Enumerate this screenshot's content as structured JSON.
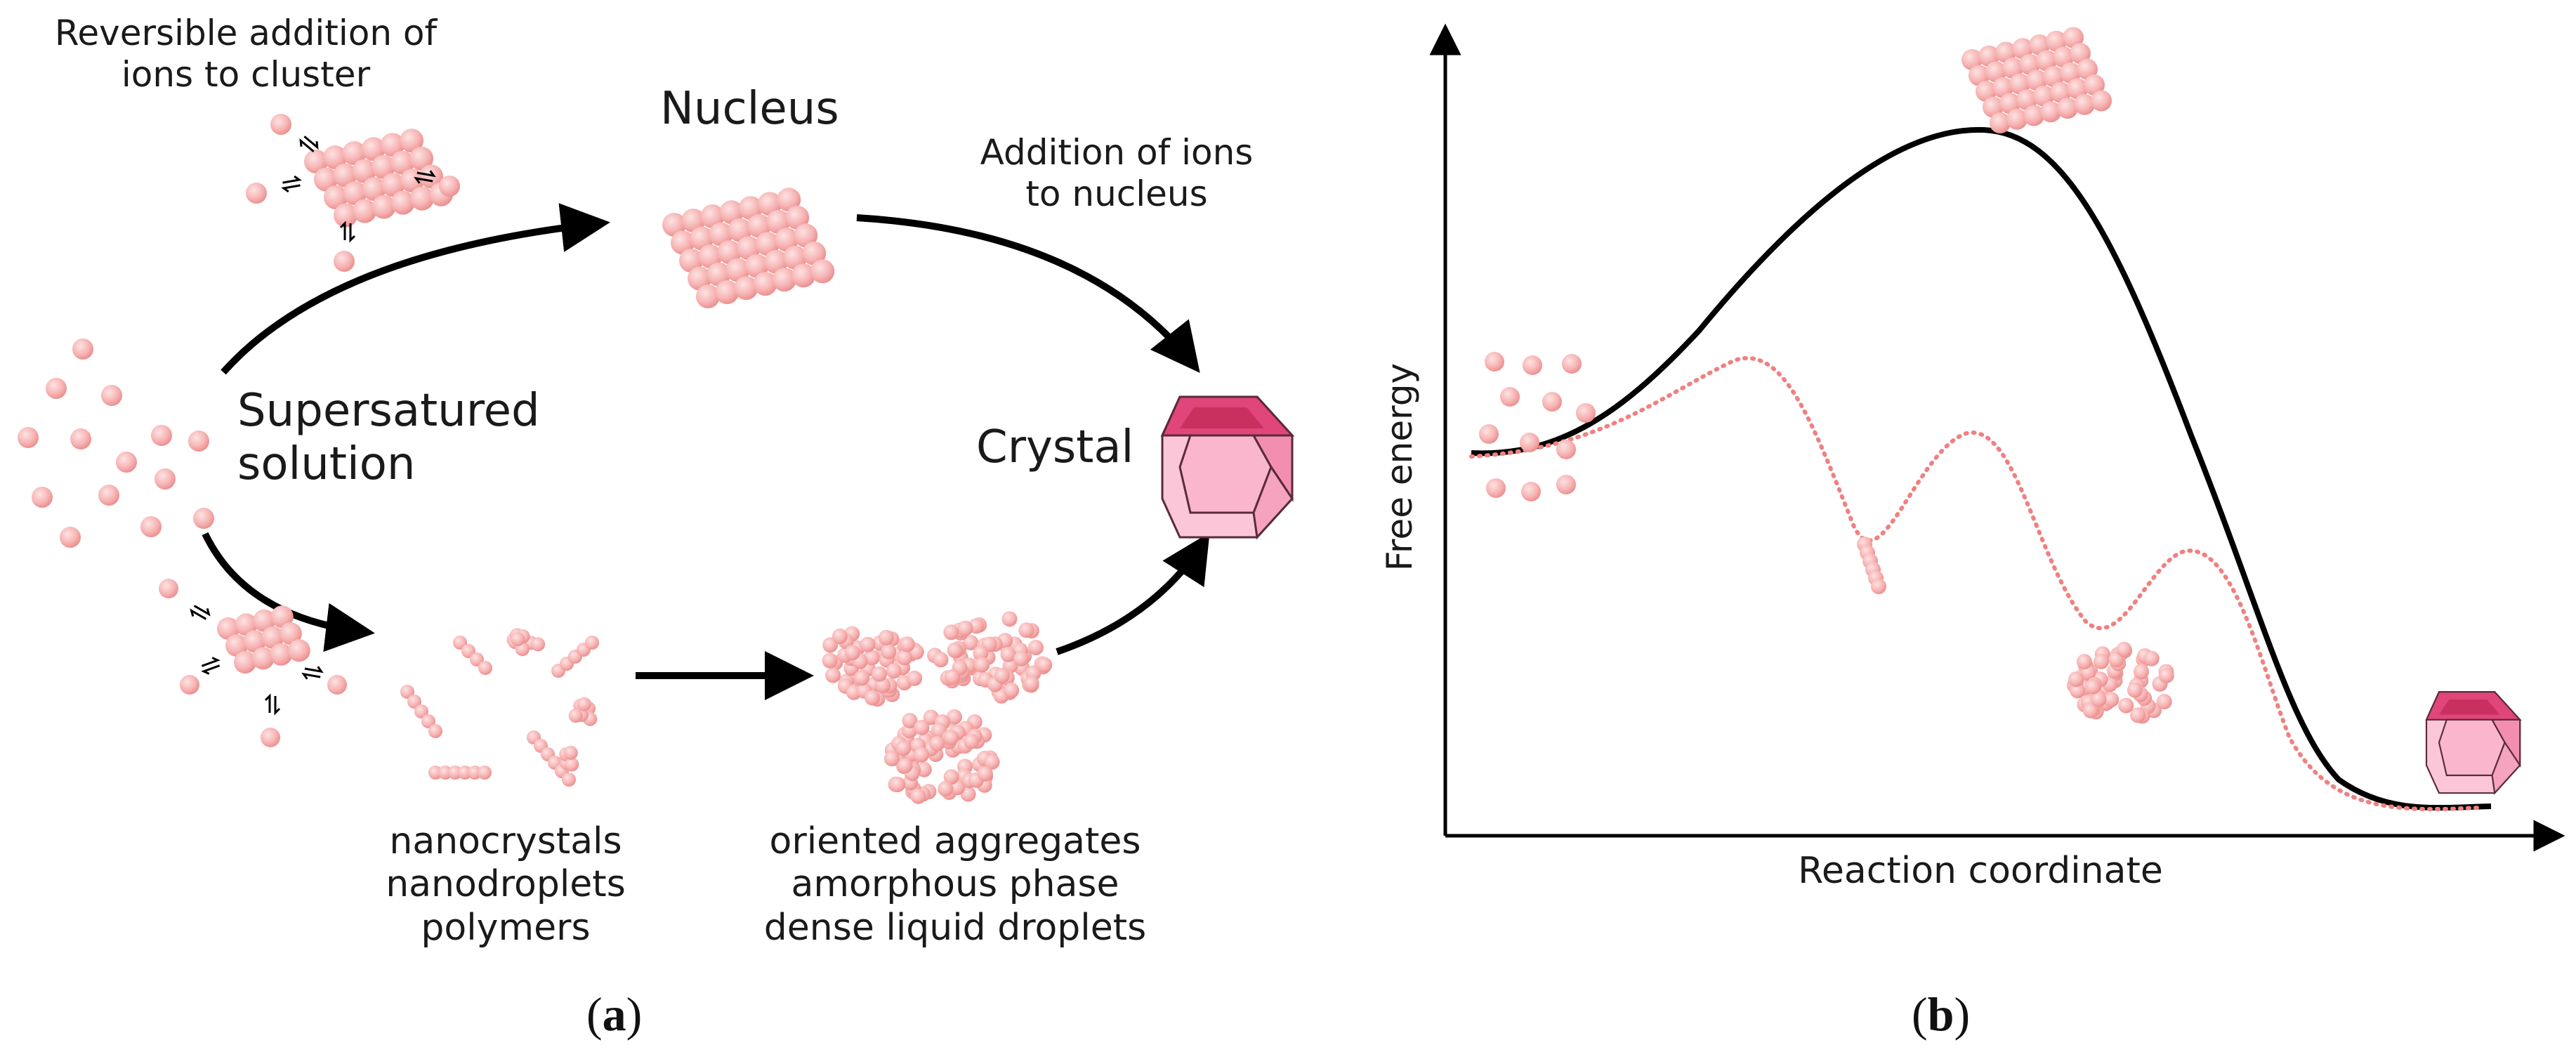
{
  "panel_a": {
    "reversible_line1": "Reversible addition of",
    "reversible_line2": "ions to cluster",
    "nucleus": "Nucleus",
    "addition_line1": "Addition of ions",
    "addition_line2": "to nucleus",
    "supersat_line1": "Supersatured",
    "supersat_line2": "solution",
    "crystal": "Crystal",
    "intermediates1": [
      "nanocrystals",
      "nanodroplets",
      "polymers"
    ],
    "intermediates2": [
      "oriented aggregates",
      "amorphous phase",
      "dense liquid droplets"
    ],
    "caption_open": "(",
    "caption_letter": "a",
    "caption_close": ")"
  },
  "panel_b": {
    "ylabel": "Free energy",
    "xlabel": "Reaction coordinate",
    "caption_open": "(",
    "caption_letter": "b",
    "caption_close": ")"
  },
  "colors": {
    "ion": "#f7b3b3",
    "ion_dark": "#e98a8a",
    "crystal_top": "#e0467a",
    "crystal_side": "#f28fb0",
    "crystal_front": "#fbc7d8",
    "dotted_path": "#f08080",
    "line": "#000000"
  }
}
